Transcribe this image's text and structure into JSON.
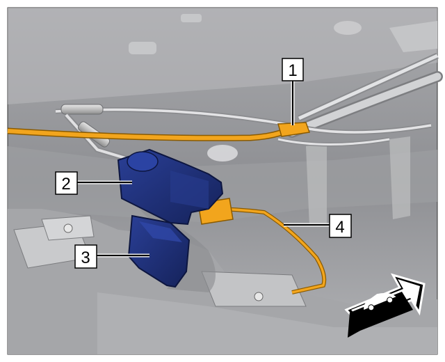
{
  "figure": {
    "callouts": [
      {
        "id": "1",
        "label": "1"
      },
      {
        "id": "2",
        "label": "2"
      },
      {
        "id": "3",
        "label": "3"
      },
      {
        "id": "4",
        "label": "4"
      }
    ],
    "direction_symbol": "forward-direction-car-icon"
  },
  "colors": {
    "background_panel": "#8f9094",
    "orange_line": "#f2a51d",
    "blue_component": "#1e2f78",
    "outline": "#000000"
  }
}
